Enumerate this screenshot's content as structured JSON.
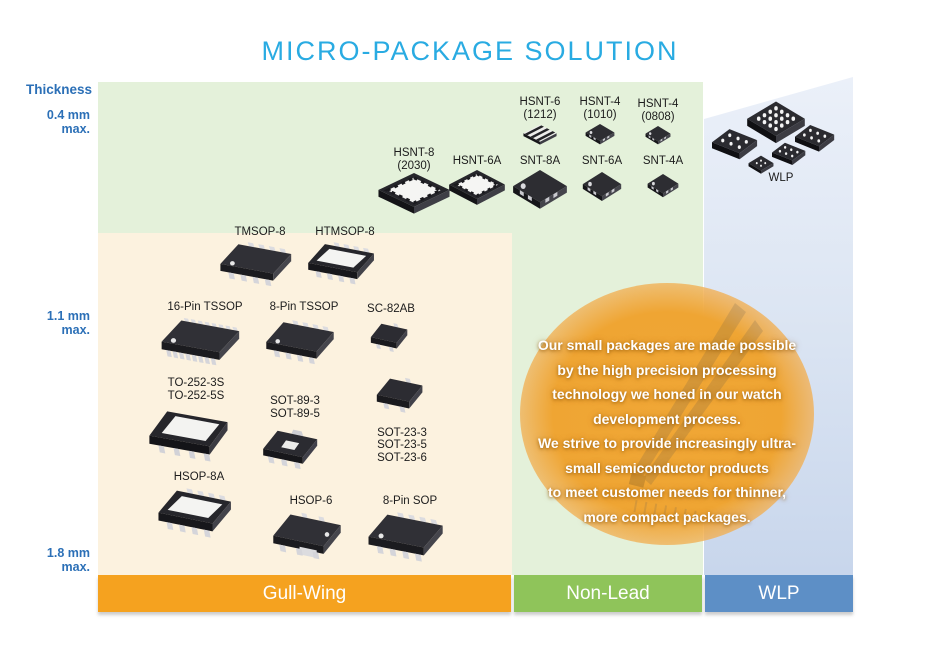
{
  "title": "MICRO-PACKAGE SOLUTION",
  "thickness_axis": {
    "label": "Thickness",
    "ticks": [
      {
        "value": "0.4 mm",
        "qualifier": "max."
      },
      {
        "value": "1.1 mm",
        "qualifier": "max."
      },
      {
        "value": "1.8 mm",
        "qualifier": "max."
      }
    ]
  },
  "mount_categories": {
    "gull_wing": "Gull-Wing",
    "non_lead": "Non-Lead",
    "wlp": "WLP"
  },
  "non_lead_packages": {
    "hsnt6_1212": {
      "name": "HSNT-6",
      "size": "(1212)"
    },
    "hsnt4_1010": {
      "name": "HSNT-4",
      "size": "(1010)"
    },
    "hsnt4_0808": {
      "name": "HSNT-4",
      "size": "(0808)"
    },
    "hsnt8_2030": {
      "name": "HSNT-8",
      "size": "(2030)"
    },
    "hsnt6a": {
      "name": "HSNT-6A"
    },
    "snt8a": {
      "name": "SNT-8A"
    },
    "snt6a": {
      "name": "SNT-6A"
    },
    "snt4a": {
      "name": "SNT-4A"
    }
  },
  "gull_wing_packages": {
    "tmsop8": {
      "name": "TMSOP-8"
    },
    "htmsop8": {
      "name": "HTMSOP-8"
    },
    "tssop16": {
      "name": "16-Pin TSSOP"
    },
    "tssop8": {
      "name": "8-Pin TSSOP"
    },
    "sc82ab": {
      "name": "SC-82AB"
    },
    "to252": {
      "line1": "TO-252-3S",
      "line2": "TO-252-5S"
    },
    "sot89": {
      "line1": "SOT-89-3",
      "line2": "SOT-89-5"
    },
    "sot23": {
      "line1": "SOT-23-3",
      "line2": "SOT-23-5",
      "line3": "SOT-23-6"
    },
    "hsop8a": {
      "name": "HSOP-8A"
    },
    "hsop6": {
      "name": "HSOP-6"
    },
    "sop8": {
      "name": "8-Pin SOP"
    }
  },
  "wlp_group_label": "WLP",
  "callout": {
    "lines": [
      "Our small packages are made possible",
      "by the high precision processing",
      "technology we honed in our watch",
      "development process.",
      "We strive to provide increasingly ultra-",
      "small semiconductor products",
      "to meet customer needs for thinner,",
      "more compact packages."
    ]
  },
  "colors": {
    "title": "#29ABE2",
    "axis_text": "#2C70B7",
    "band_green": "#E4F1DA",
    "band_cream": "#FCF2DF",
    "panel_blue_top": "#EBF0F9",
    "panel_blue_bottom": "#C8D6EC",
    "bar_gull_wing": "#F5A21F",
    "bar_non_lead": "#8FC45A",
    "bar_wlp": "#5D8FC6",
    "callout_orange": "#F0A435"
  }
}
